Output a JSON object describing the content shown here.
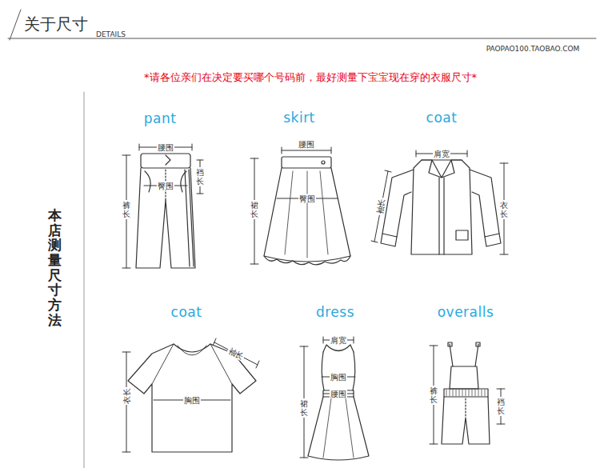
{
  "diagram": {
    "title": "关于尺寸",
    "labels": [
      "DETAILS",
      "PAOPAO100.TAOBAO.COM",
      "*请各位亲们在决定要买哪个号码前，最好测量下宝宝现在穿的衣服尺寸*",
      "本店测量尺寸方法",
      "pant",
      "腰围",
      "臀围",
      "裤长",
      "裆长",
      "skirt",
      "腰围",
      "臀围",
      "裙长",
      "coat",
      "肩宽",
      "袖长",
      "衣长",
      "coat",
      "袖长",
      "衣长",
      "胸围",
      "dress",
      "肩宽",
      "胸围",
      "腰围",
      "裙长",
      "overalls",
      "裤长",
      "裆长"
    ]
  }
}
